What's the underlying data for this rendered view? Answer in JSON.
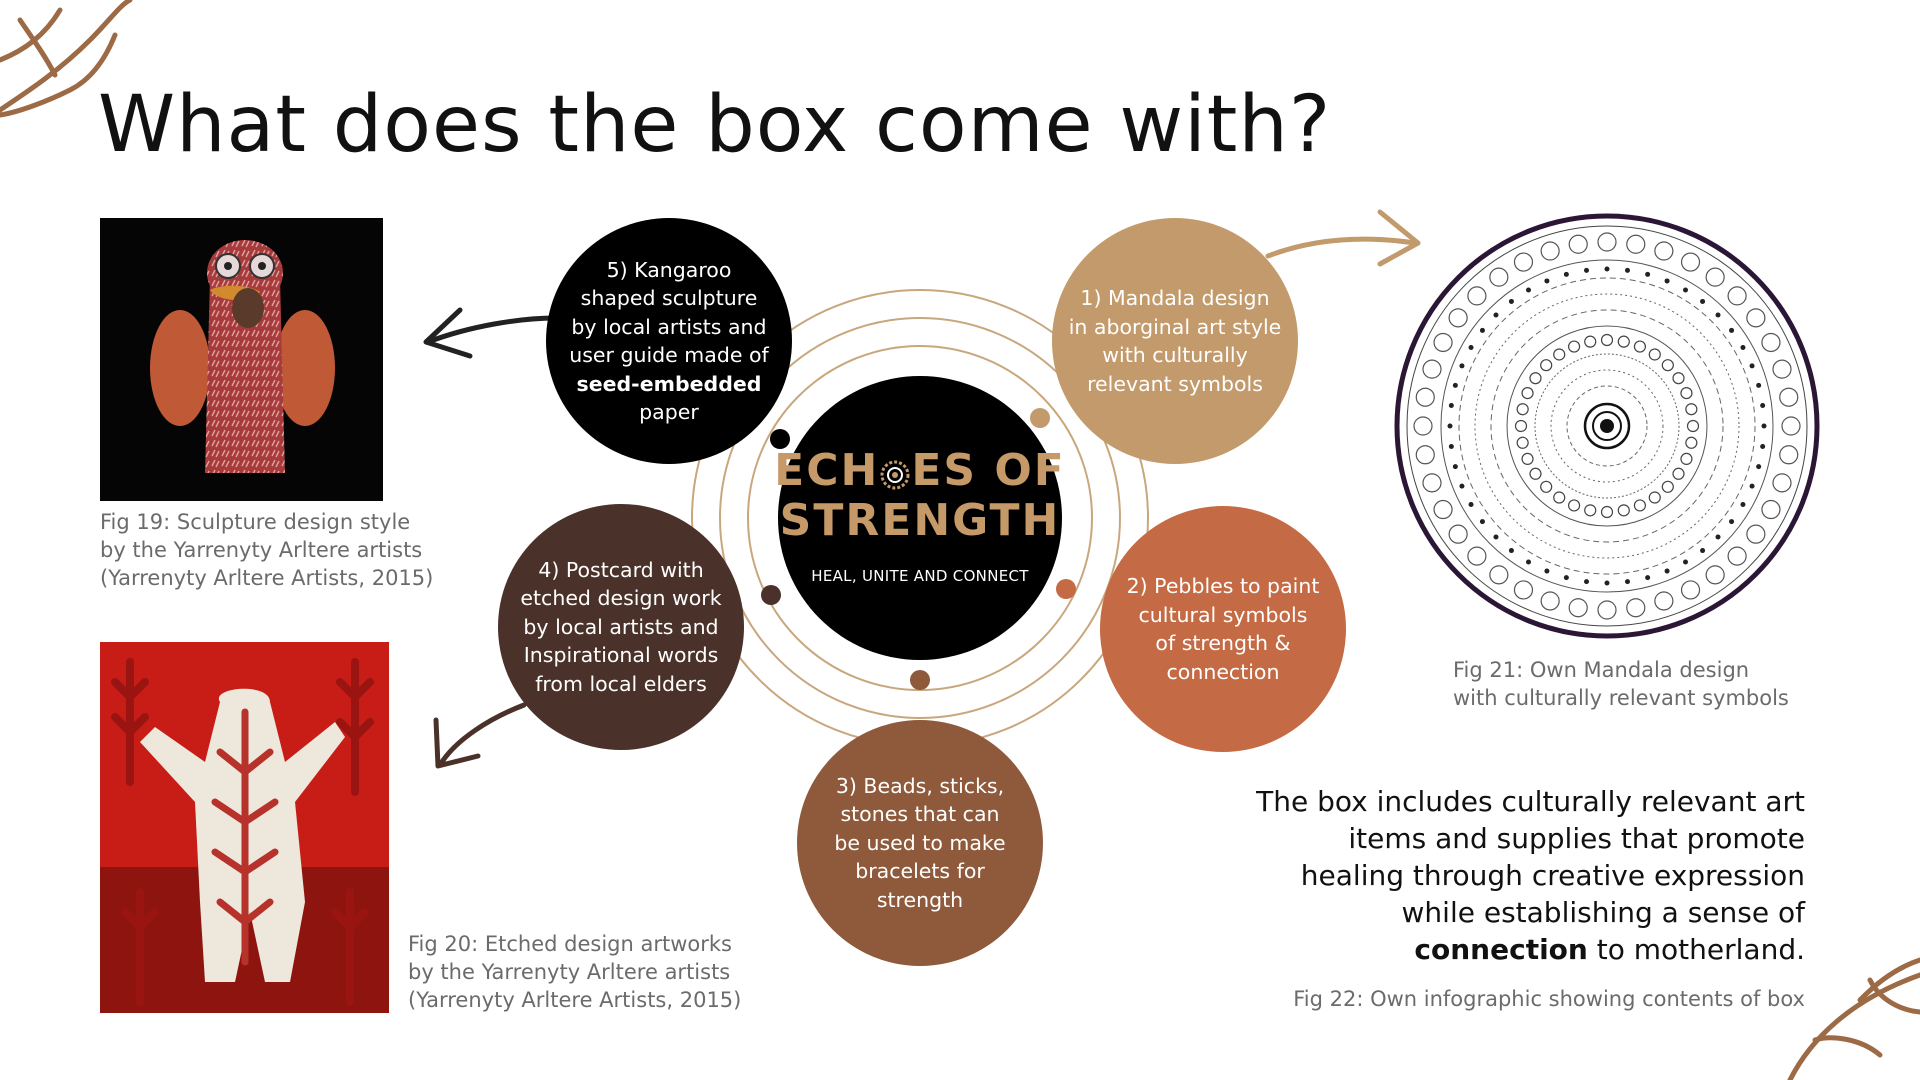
{
  "title": "What does the box come with?",
  "colors": {
    "tan": "#c29a6b",
    "terracotta": "#c46a44",
    "brown": "#8e5a3b",
    "dark_brown": "#4a3129",
    "black": "#000000",
    "ring": "#c9a77e",
    "caption_gray": "#6b6b6b",
    "mandala_border": "#2b1636"
  },
  "center": {
    "brand_line1_a": "ECH",
    "brand_line1_b": "ES OF",
    "brand_line2": "STRENGTH",
    "tagline": "HEAL, UNITE AND CONNECT"
  },
  "items": [
    {
      "lines": [
        "1) Mandala design",
        "in aborginal art style",
        "with culturally",
        "relevant symbols"
      ]
    },
    {
      "lines": [
        "2) Pebbles to  paint",
        "cultural symbols",
        "of strength &",
        "connection"
      ]
    },
    {
      "lines": [
        "3) Beads, sticks,",
        "stones that can",
        "be used to make",
        "bracelets for",
        "strength"
      ]
    },
    {
      "lines": [
        "4) Postcard with",
        "etched design work",
        "by local artists and",
        "Inspirational words",
        "from local elders"
      ]
    },
    {
      "lines": [
        "5)  Kangaroo",
        "shaped sculpture",
        "by local artists and",
        "user guide made of"
      ],
      "bold_line": "seed-embedded",
      "last_line": "paper"
    }
  ],
  "captions": {
    "fig19": [
      "Fig 19: Sculpture design style",
      "by the Yarrenyty Arltere artists",
      "(Yarrenyty Arltere Artists, 2015)"
    ],
    "fig20": [
      "Fig 20: Etched design artworks",
      "by the Yarrenyty Arltere artists",
      "(Yarrenyty Arltere Artists, 2015)"
    ],
    "fig21": [
      "Fig  21:  Own  Mandala  design",
      "with culturally relevant symbols"
    ],
    "fig22": "Fig 22: Own infographic showing contents of box"
  },
  "summary": {
    "lines": [
      "The  box includes culturally relevant art",
      "items and supplies that promote",
      "healing through creative expression",
      "while establishing a sense of"
    ],
    "bold_word": "connection",
    "last_rest": " to motherland."
  }
}
